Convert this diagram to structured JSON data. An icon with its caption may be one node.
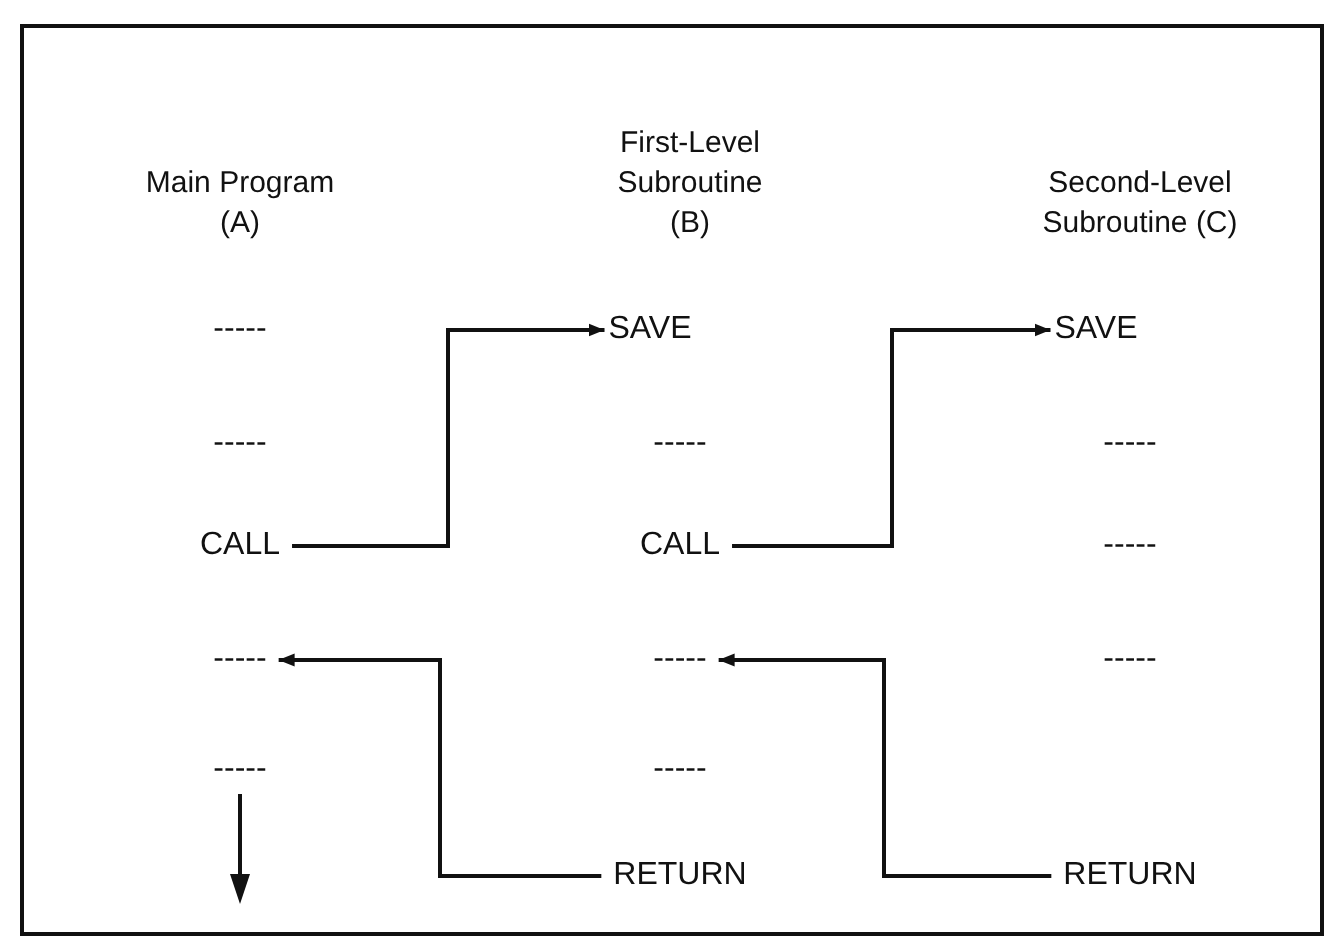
{
  "diagram": {
    "nodes": [
      {
        "text": [
          "SAVE"
        ]
      },
      {
        "text": [
          "SAVE"
        ]
      },
      {
        "text": [
          "CALL"
        ]
      },
      {
        "text": [
          "CALL"
        ]
      },
      {
        "text": [
          "-----"
        ]
      },
      {
        "text": [
          "-----"
        ]
      },
      {
        "text": [
          "RETURN"
        ]
      },
      {
        "text": [
          "RETURN"
        ]
      }
    ],
    "edges": [
      {
        "from": 2,
        "to": 0,
        "arrow": "to"
      },
      {
        "from": 3,
        "to": 1,
        "arrow": "to"
      },
      {
        "from": 6,
        "to": 4,
        "arrow": "to"
      },
      {
        "from": 7,
        "to": 5,
        "arrow": "to"
      }
    ],
    "labels": [
      "Main Program (A)",
      "First-Level Subroutine (B)",
      "Second-Level Subroutine (C)",
      "-----",
      "-----",
      "-----",
      "-----",
      "-----",
      "-----",
      "-----",
      "-----"
    ]
  }
}
